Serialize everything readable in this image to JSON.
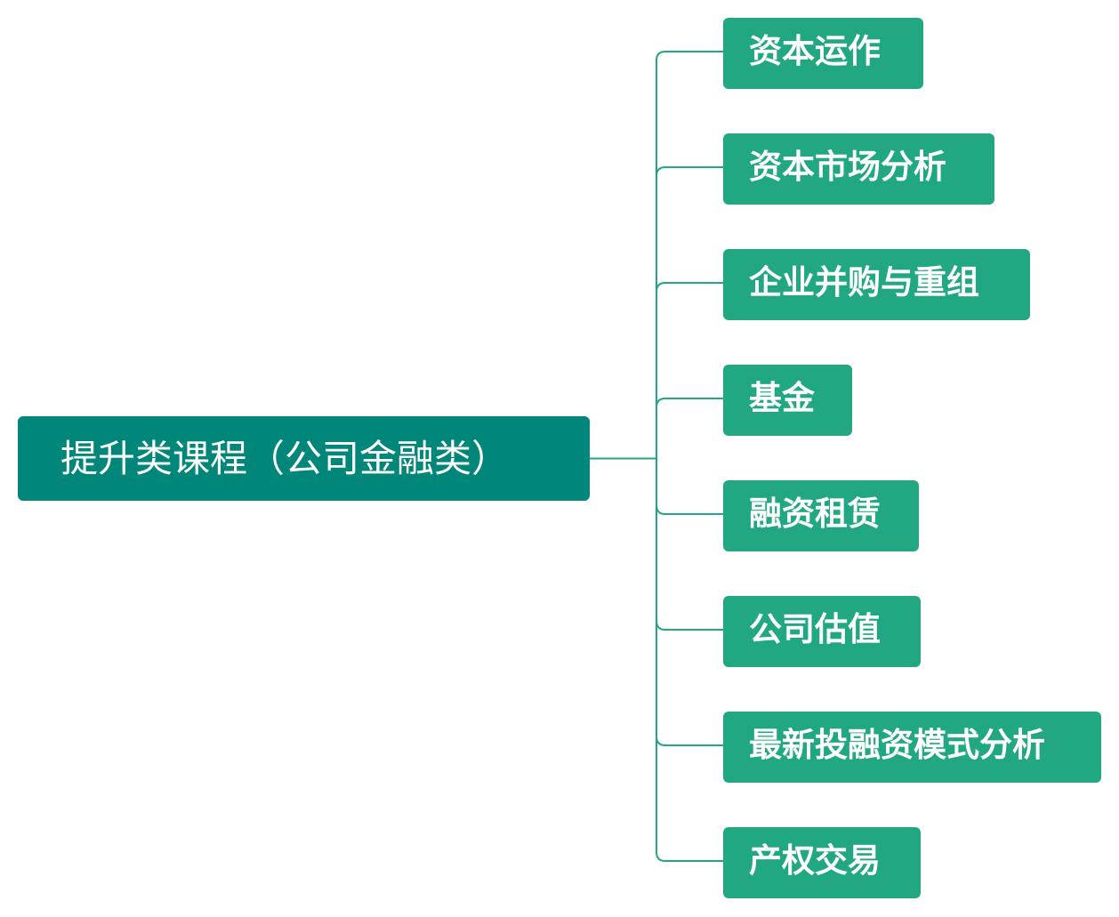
{
  "diagram": {
    "root": {
      "label": "提升类课程（公司金融类）"
    },
    "children": [
      {
        "label": "资本运作"
      },
      {
        "label": "资本市场分析"
      },
      {
        "label": "企业并购与重组"
      },
      {
        "label": "基金"
      },
      {
        "label": "融资租赁"
      },
      {
        "label": "公司估值"
      },
      {
        "label": "最新投融资模式分析"
      },
      {
        "label": "产权交易"
      }
    ]
  },
  "colors": {
    "root_fill": "#00877a",
    "child_fill": "#21a883",
    "connector": "#21a883",
    "text": "#ffffff"
  }
}
